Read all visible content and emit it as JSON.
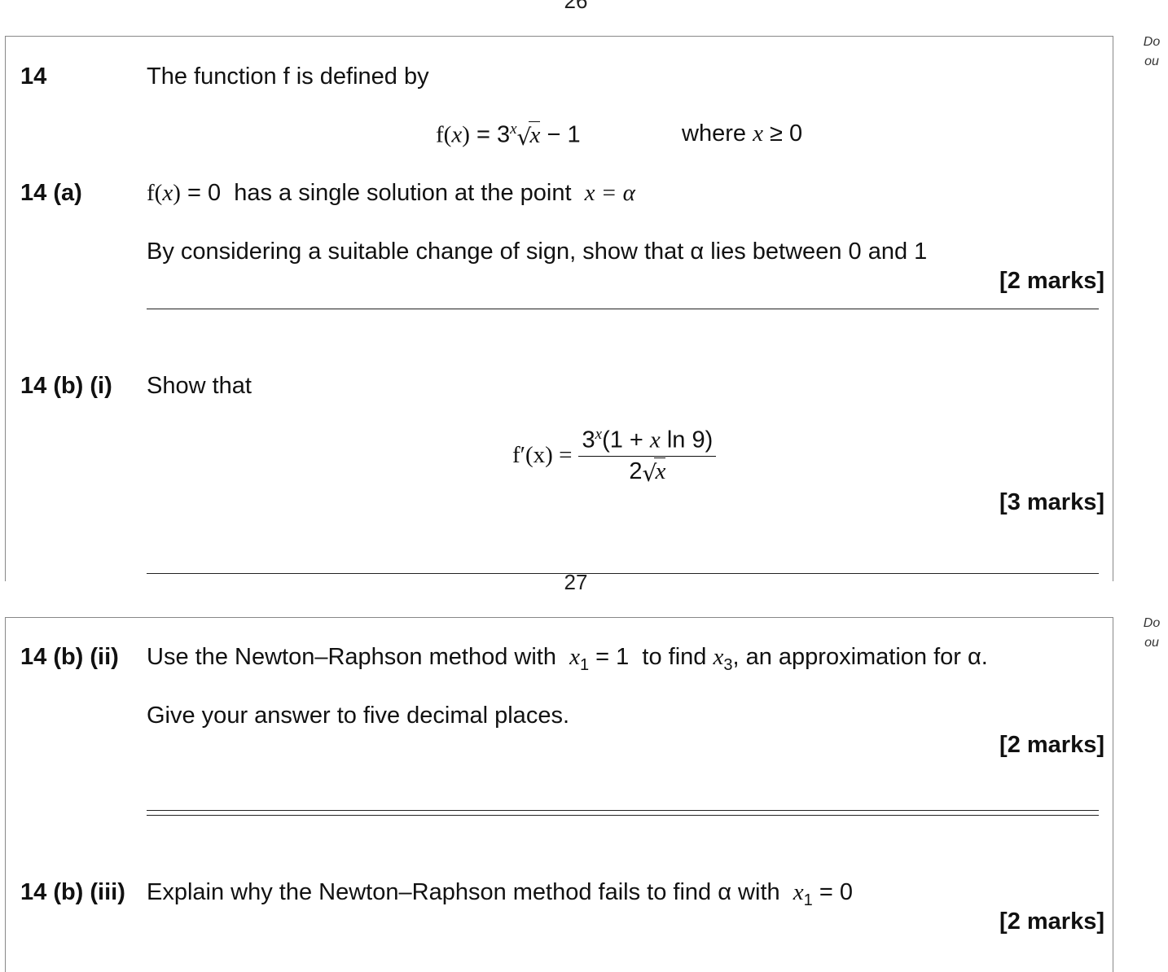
{
  "page_top": {
    "number": "26"
  },
  "page_bottom": {
    "number": "27"
  },
  "margin_note_top": {
    "line1": "Do",
    "line2": "ou"
  },
  "margin_note_bottom": {
    "line1": "Do",
    "line2": "ou"
  },
  "q14": {
    "num": "14",
    "intro": "The function f is defined by",
    "definition": {
      "lhs_f": "f",
      "lhs_x": "x",
      "eq_part": "= 3",
      "exp": "x",
      "sqrt_x": "x",
      "minus": "− 1",
      "where_text": "where",
      "cond_x": "x",
      "cond_rest": "≥ 0"
    }
  },
  "q14a": {
    "num": "14 (a)",
    "line1_f": "f",
    "line1_x": "x",
    "line1_eq": "= 0",
    "line1_text": "has a single solution at the point",
    "line1_point": "x = α",
    "line2": "By considering a suitable change of sign, show that α lies between 0 and 1",
    "marks": "[2 marks]"
  },
  "q14bi": {
    "num": "14 (b) (i)",
    "text": "Show that",
    "deriv_lhs": "f′(x) =",
    "num_a": "3",
    "num_exp": "x",
    "num_b": "(1 + ",
    "num_x": "x",
    "num_c": " ln 9)",
    "den_a": "2",
    "den_x": "x",
    "marks": "[3 marks]"
  },
  "q14bii": {
    "num": "14 (b) (ii)",
    "line1_a": "Use the Newton–Raphson method with",
    "x1": "x",
    "x1_sub": "1",
    "x1_val": "= 1",
    "line1_b": "to find",
    "x3": "x",
    "x3_sub": "3",
    "line1_c": ", an approximation for α.",
    "line2": "Give your answer to five decimal places.",
    "marks": "[2 marks]"
  },
  "q14biii": {
    "num": "14 (b) (iii)",
    "text": "Explain why the Newton–Raphson method fails to find α with",
    "x1": "x",
    "x1_sub": "1",
    "x1_val": "= 0",
    "marks": "[2 marks]"
  }
}
